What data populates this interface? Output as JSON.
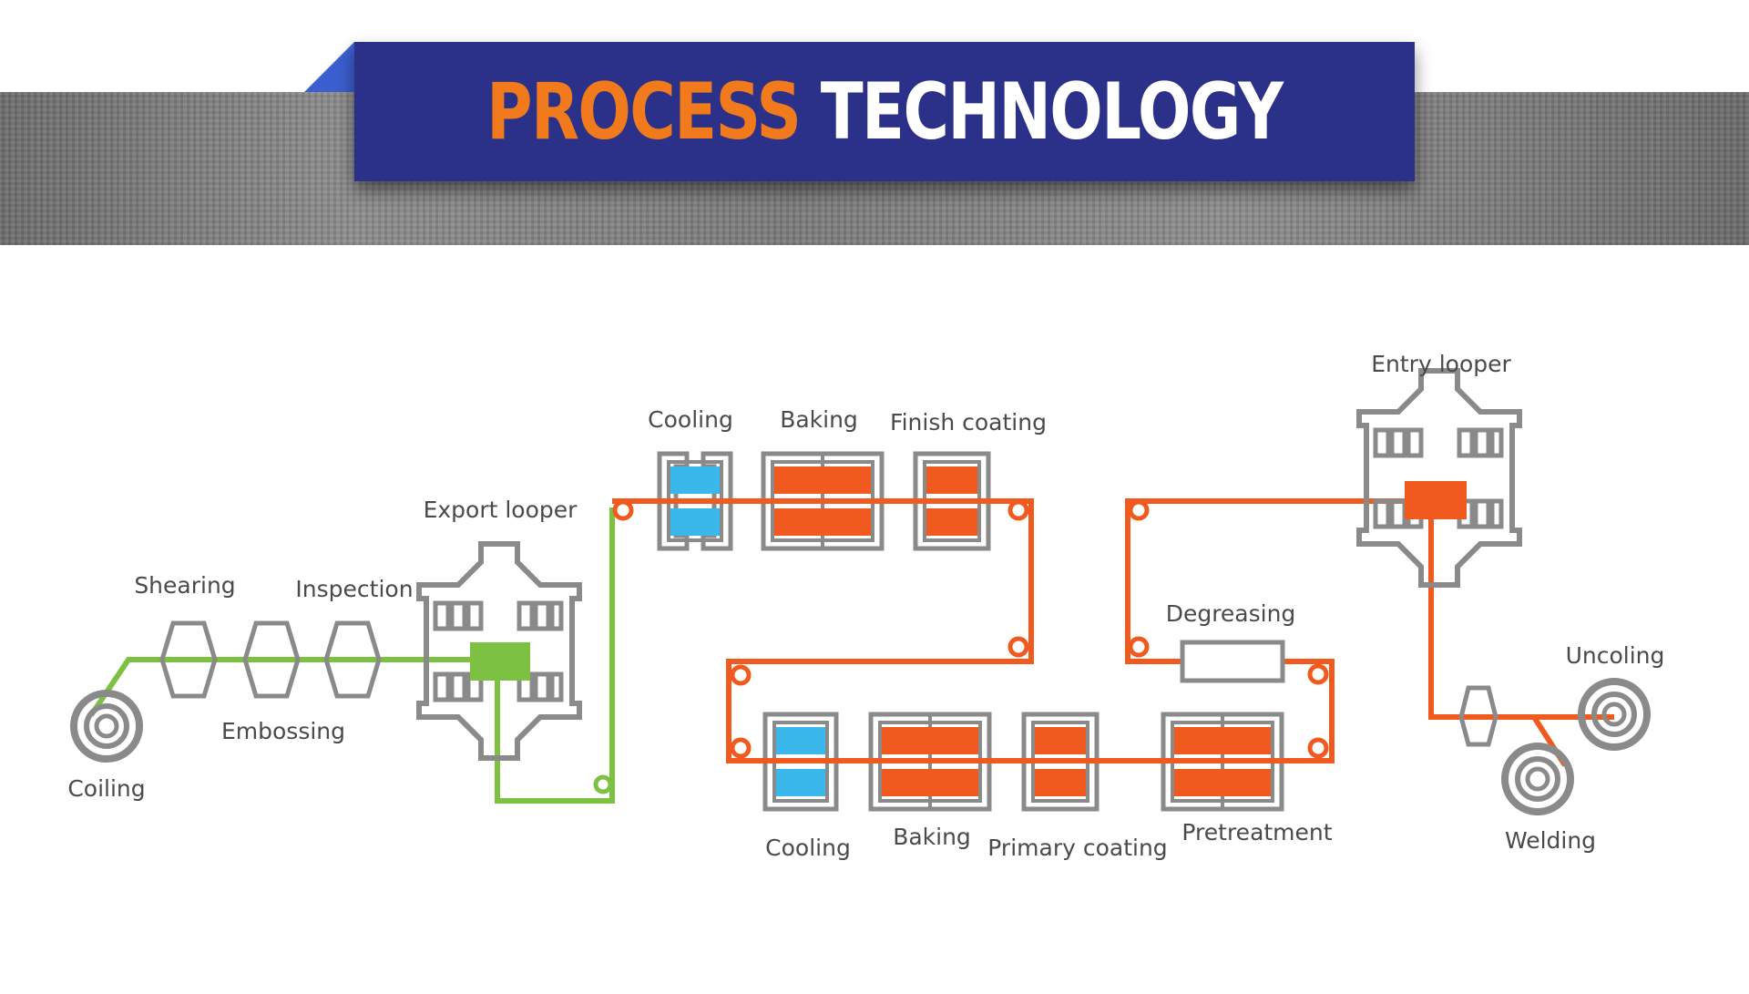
{
  "header": {
    "title_word1": "PROCESS",
    "title_word2": "TECHNOLOGY"
  },
  "colors": {
    "banner_blue": "#2b3088",
    "title_orange": "#f07a1c",
    "line_orange": "#f05a1e",
    "line_green": "#7cc142",
    "water_blue": "#3ab8ec",
    "outline_gray": "#8a8a8a"
  },
  "diagram": {
    "labels": {
      "coiling": "Coiling",
      "shearing": "Shearing",
      "embossing": "Embossing",
      "inspection": "Inspection",
      "export_looper": "Export looper",
      "cooling_top": "Cooling",
      "baking_top": "Baking",
      "finish_coating": "Finish coating",
      "entry_looper": "Entry looper",
      "degreasing": "Degreasing",
      "cooling_bottom": "Cooling",
      "baking_bottom": "Baking",
      "primary_coating": "Primary coating",
      "pretreatment": "Pretreatment",
      "uncoiling": "Uncoling",
      "welding": "Welding"
    }
  }
}
